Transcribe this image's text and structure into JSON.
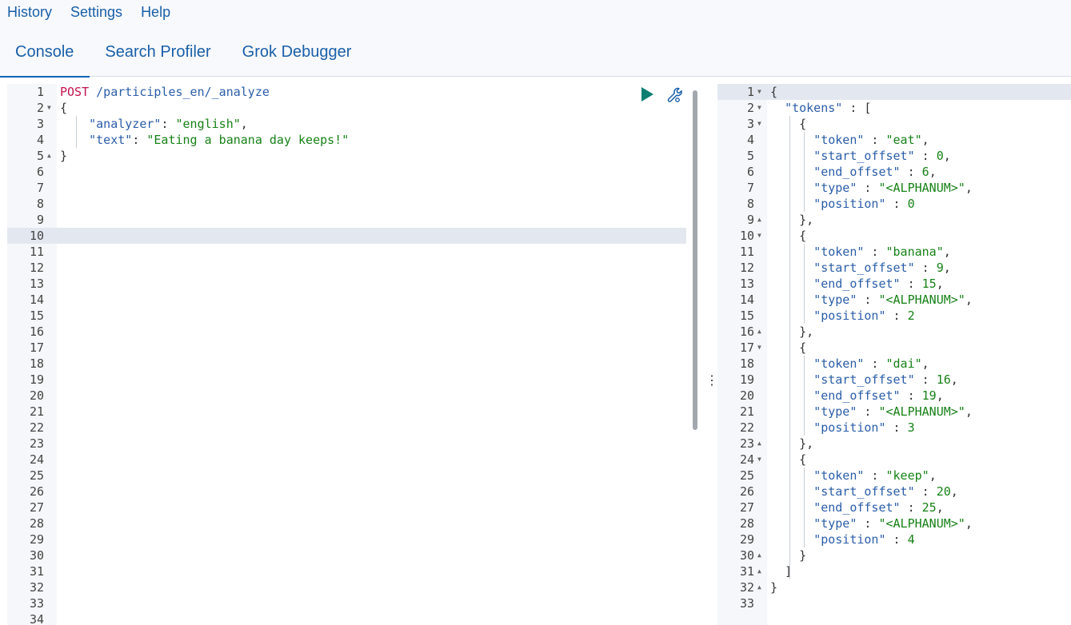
{
  "menu": {
    "history": "History",
    "settings": "Settings",
    "help": "Help"
  },
  "tabs": {
    "console": "Console",
    "search_profiler": "Search Profiler",
    "grok_debugger": "Grok Debugger"
  },
  "request": {
    "method": "POST",
    "path": "/participles_en/_analyze",
    "analyzer_key": "\"analyzer\"",
    "analyzer_value": "\"english\"",
    "text_key": "\"text\"",
    "text_value": "\"Eating a banana day keeps!\"",
    "line_count": 34,
    "active_line": 10
  },
  "response": {
    "tokens_key": "\"tokens\"",
    "line_count": 33,
    "tokens": [
      {
        "token": "\"eat\"",
        "start_offset": "0",
        "end_offset": "6",
        "type": "\"<ALPHANUM>\"",
        "position": "0"
      },
      {
        "token": "\"banana\"",
        "start_offset": "9",
        "end_offset": "15",
        "type": "\"<ALPHANUM>\"",
        "position": "2"
      },
      {
        "token": "\"dai\"",
        "start_offset": "16",
        "end_offset": "19",
        "type": "\"<ALPHANUM>\"",
        "position": "3"
      },
      {
        "token": "\"keep\"",
        "start_offset": "20",
        "end_offset": "25",
        "type": "\"<ALPHANUM>\"",
        "position": "4"
      }
    ]
  },
  "icons": {
    "play": "play-icon",
    "wrench": "wrench-icon",
    "resize": "vertical-dots-icon"
  },
  "colors": {
    "accent": "#0f64b8",
    "play": "#0f7f72",
    "method": "#c0134c",
    "string": "#178217"
  }
}
